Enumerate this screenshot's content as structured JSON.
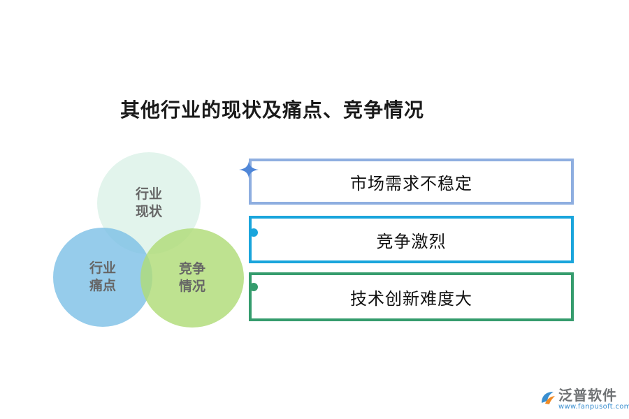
{
  "title": "其他行业的现状及痛点、竞争情况",
  "circles": [
    {
      "line1": "行业",
      "line2": "现状",
      "color": "#d2eee2"
    },
    {
      "line1": "行业",
      "line2": "痛点",
      "color": "#79bee6"
    },
    {
      "line1": "竞争",
      "line2": "情况",
      "color": "#b0dc78"
    }
  ],
  "items": [
    {
      "label": "市场需求不稳定",
      "border_color": "#8eaee0",
      "marker": "sparkle-icon"
    },
    {
      "label": "竞争激烈",
      "border_color": "#1aa5dc",
      "marker": "dot-icon"
    },
    {
      "label": "技术创新难度大",
      "border_color": "#359c6d",
      "marker": "dot-icon"
    }
  ],
  "logo": {
    "name": "泛普软件",
    "url": "www.fanpusoft.com"
  }
}
